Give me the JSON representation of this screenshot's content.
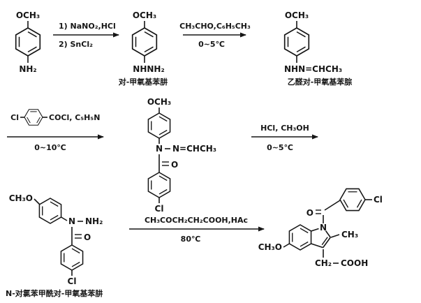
{
  "page": {
    "background": "#ffffff",
    "ink": "#161616"
  },
  "scheme": {
    "compounds": {
      "anisidine": {
        "methoxy": "OCH₃",
        "amine": "NH₂"
      },
      "hydrazine": {
        "methoxy": "OCH₃",
        "group": "NHNH₂",
        "name": "对-甲氧基苯肼"
      },
      "hydrazone": {
        "methoxy": "OCH₃",
        "group": "NHN=CHCH₃",
        "name": "乙醛对-甲氧基苯腙"
      },
      "acylhydrazone": {
        "methoxy": "OCH₃",
        "n1": "N",
        "n2": "N=CHCH₃",
        "carbonyl_o": "O",
        "chloro": "Cl"
      },
      "acylhydrazine": {
        "methoxy": "CH₃O",
        "n1": "N",
        "n2": "NH₂",
        "carbonyl_o": "O",
        "chloro": "Cl",
        "name": "N-对氯苯甲酰对-甲氧基苯肼"
      },
      "indomethacin": {
        "methoxy": "CH₃O",
        "n": "N",
        "carbonyl_o": "O",
        "chloro": "Cl",
        "methyl": "CH₃",
        "ch2": "CH₂",
        "acid": "COOH"
      }
    },
    "steps": [
      {
        "above": "1) NaNO₂,HCl",
        "below": "2) SnCl₂"
      },
      {
        "above": "CH₃CHO,C₆H₅CH₃",
        "below": "0~5℃"
      },
      {
        "above_cl": "Cl",
        "above_rest": "COCl, C₅H₅N",
        "below": "0~10℃"
      },
      {
        "above": "HCl, CH₃OH",
        "below": "0~5℃"
      },
      {
        "above": "CH₃COCH₂CH₂COOH,HAc",
        "below": "80℃"
      }
    ]
  }
}
